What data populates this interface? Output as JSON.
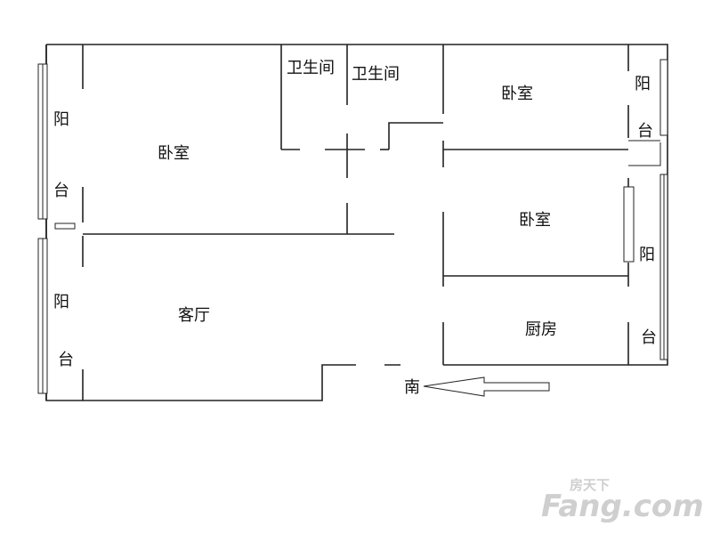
{
  "rooms": {
    "bedroom_main": "卧室",
    "bathroom_1": "卫生间",
    "bathroom_2": "卫生间",
    "bedroom_ne": "卧室",
    "bedroom_e": "卧室",
    "living_room": "客厅",
    "kitchen": "厨房"
  },
  "balconies": {
    "west_top": [
      "阳",
      "台"
    ],
    "west_bottom": [
      "阳",
      "台"
    ],
    "east_top": [
      "阳",
      "台"
    ],
    "east_bottom": [
      "阳",
      "台"
    ]
  },
  "compass": {
    "label": "南"
  },
  "watermark": {
    "brand": "Fang.com",
    "cn": "房天下"
  },
  "colors": {
    "wall": "#222222",
    "logo": "#cfcfcf"
  }
}
